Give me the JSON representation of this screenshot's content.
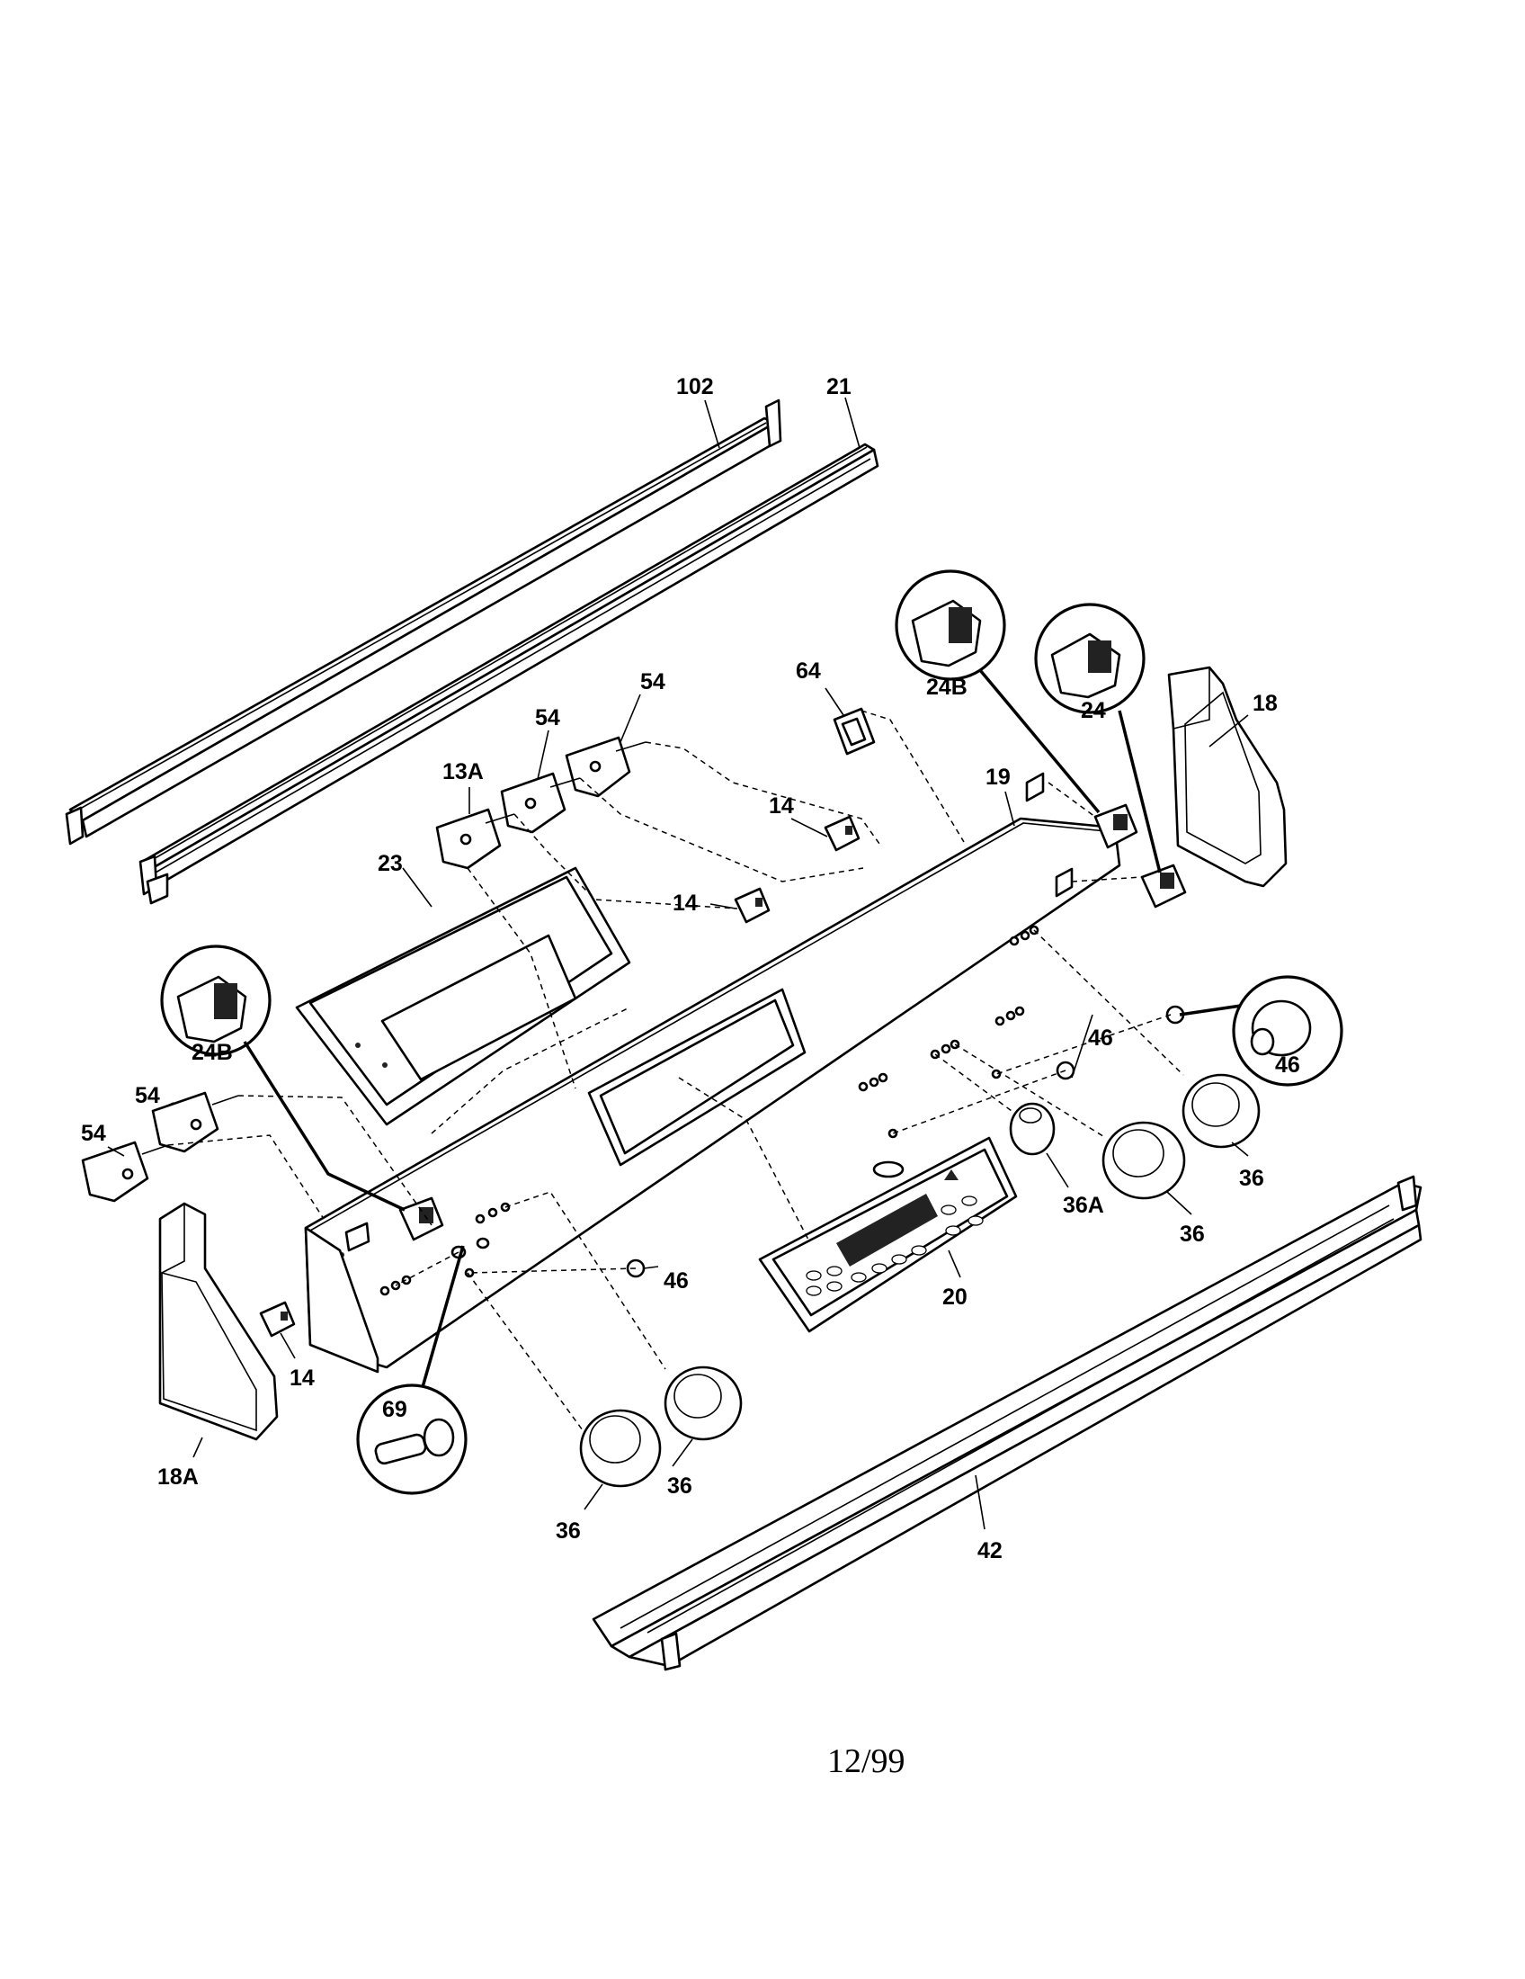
{
  "labels": {
    "l102": "102",
    "l21": "21",
    "l64": "64",
    "l24b_top": "24B",
    "l24": "24",
    "l18": "18",
    "l54_a": "54",
    "l54_b": "54",
    "l13a": "13A",
    "l19": "19",
    "l14_a": "14",
    "l14_b": "14",
    "l23": "23",
    "l24b_left": "24B",
    "l46_a": "46",
    "l46_callout": "46",
    "l54_c": "54",
    "l54_d": "54",
    "l36a": "36A",
    "l36_a": "36",
    "l36_b": "36",
    "l20": "20",
    "l46_b": "46",
    "l14_c": "14",
    "l69": "69",
    "l18a": "18A",
    "l36_c": "36",
    "l36_d": "36",
    "l42": "42"
  },
  "footer": {
    "date": "12/99"
  }
}
